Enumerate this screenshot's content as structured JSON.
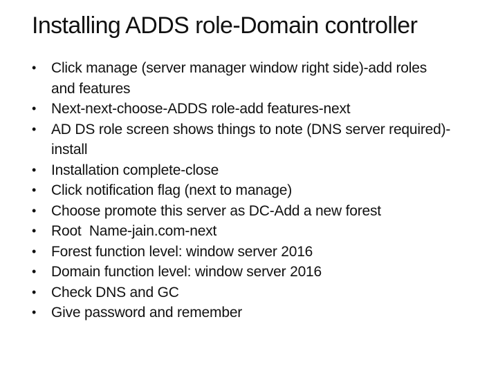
{
  "slide": {
    "title": "Installing ADDS role-Domain controller",
    "bullet_char": "•",
    "bullets": [
      "Click manage (server manager window right side)-add roles and features",
      "Next-next-choose-ADDS role-add features-next",
      "AD DS role screen shows things to note (DNS server required)-install",
      "Installation complete-close",
      "Click notification flag (next to manage)",
      "Choose promote this server as DC-Add a new forest",
      "Root  Name-jain.com-next",
      "Forest function level: window server 2016",
      "Domain function level: window server 2016",
      "Check DNS and GC",
      "Give password and remember"
    ],
    "colors": {
      "text": "#111111",
      "background": "#ffffff"
    }
  }
}
